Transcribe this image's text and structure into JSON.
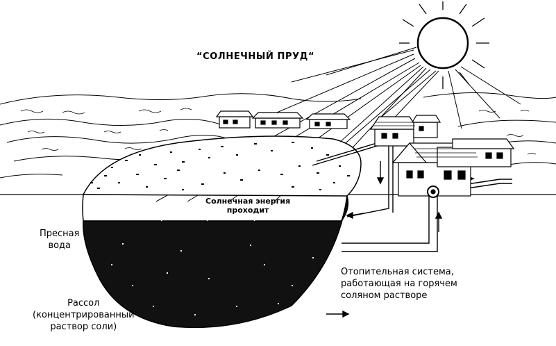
{
  "title": "“СОЛНЕЧНЫЙ ПРУД“",
  "labels": {
    "solar_energy": [
      "Солнечная энергия",
      "проходит"
    ],
    "fresh_water": [
      "Пресная",
      "вода"
    ],
    "heating_system": [
      "Отопительная система,",
      "работающая на горячем",
      "соляном растворе"
    ],
    "brine": [
      "Рассол",
      "(концентрированный",
      "раствор соли)"
    ]
  },
  "colors": {
    "ink": "#000000",
    "paper": "#ffffff"
  }
}
